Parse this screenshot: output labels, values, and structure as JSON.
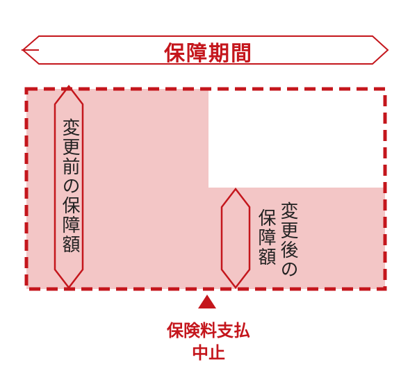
{
  "period_label": "保障期間",
  "before_label": "変更前の保障額",
  "after_label_line1": "変更後の",
  "after_label_line2": "保障額",
  "stop_label_line1": "保険料支払",
  "stop_label_line2": "中止",
  "colors": {
    "accent": "#c4161c",
    "fill": "#f3c6c6",
    "text": "#222222"
  }
}
